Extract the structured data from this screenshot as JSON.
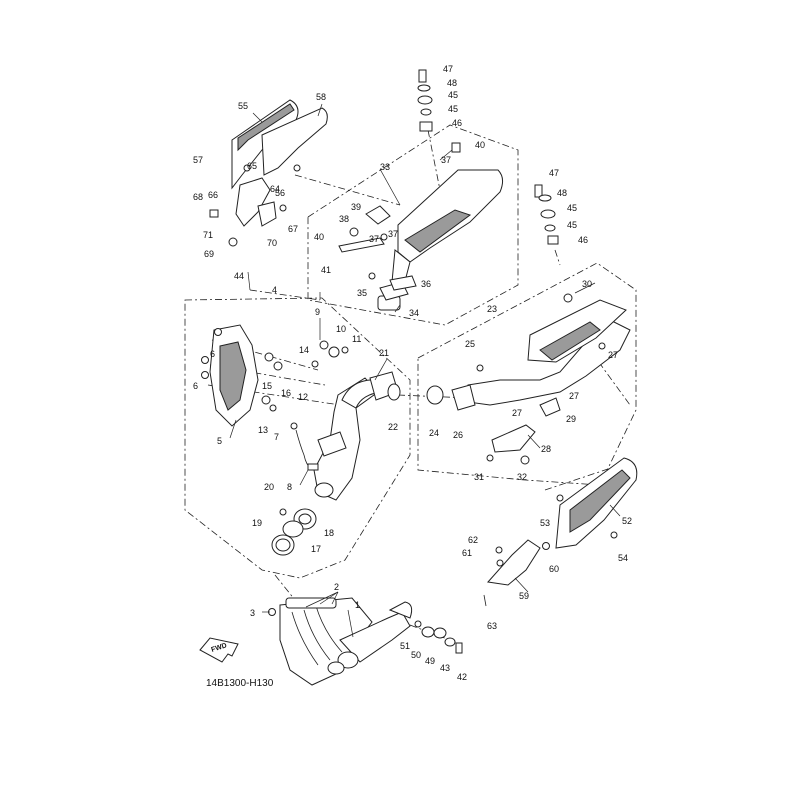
{
  "diagram": {
    "code": "14B1300-H130",
    "fwd_label": "FWD",
    "callouts": [
      "1",
      "2",
      "3",
      "4",
      "5",
      "6",
      "7",
      "8",
      "9",
      "10",
      "11",
      "12",
      "13",
      "14",
      "15",
      "16",
      "17",
      "18",
      "19",
      "20",
      "21",
      "22",
      "23",
      "24",
      "25",
      "26",
      "27",
      "28",
      "29",
      "30",
      "31",
      "32",
      "33",
      "34",
      "35",
      "36",
      "37",
      "38",
      "39",
      "40",
      "41",
      "42",
      "43",
      "44",
      "45",
      "46",
      "47",
      "48",
      "49",
      "50",
      "51",
      "52",
      "53",
      "54",
      "55",
      "56",
      "57",
      "58",
      "59",
      "60",
      "61",
      "62",
      "63",
      "64",
      "65",
      "66",
      "67",
      "68",
      "69",
      "70",
      "71"
    ]
  }
}
